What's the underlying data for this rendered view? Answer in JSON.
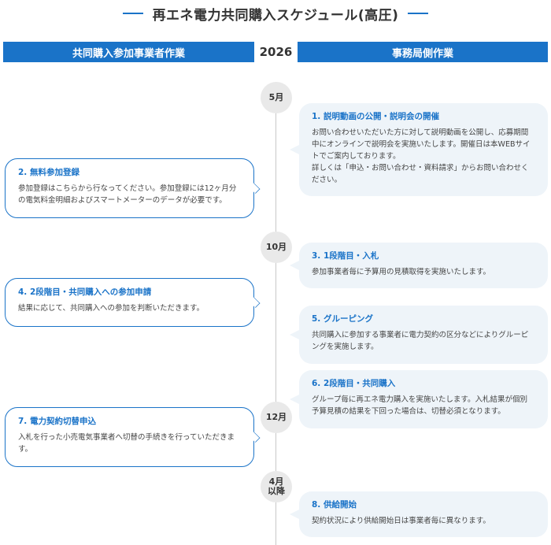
{
  "title": "再エネ電力共同購入スケジュール(高圧)",
  "header": {
    "left": "共同購入参加事業者作業",
    "year": "2026",
    "right": "事務局側作業"
  },
  "months": [
    "5月",
    "10月",
    "12月",
    "4月",
    "以降"
  ],
  "right_cards": [
    {
      "title": "1. 説明動画の公開・説明会の開催",
      "lines": [
        "お問い合わせいただいた方に対して説明動画を公開し、応募期間",
        "中にオンラインで説明会を実施いたします。開催日は本WEBサイ",
        "トでご案内しております。",
        "詳しくは「申込・お問い合わせ・資料請求」からお問い合わせく",
        "ださい。"
      ]
    },
    {
      "title": "3. 1段階目・入札",
      "lines": [
        "参加事業者毎に予算用の見積取得を実施いたします。"
      ]
    },
    {
      "title": "5. グルーピング",
      "lines": [
        "共同購入に参加する事業者に電力契約の区分などによりグルーピ",
        "ングを実施します。"
      ]
    },
    {
      "title": "6. 2段階目・共同購入",
      "lines": [
        "グループ毎に再エネ電力購入を実施いたします。入札結果が個別",
        "予算見積の結果を下回った場合は、切替必須となります。"
      ]
    },
    {
      "title": "8. 供給開始",
      "lines": [
        "契約状況により供給開始日は事業者毎に異なります。"
      ]
    }
  ],
  "left_cards": [
    {
      "title": "2. 無料参加登録",
      "lines": [
        "参加登録はこちらから行なってください。参加登録には12ヶ月分",
        "の電気料金明細およびスマートメーターのデータが必要です。"
      ]
    },
    {
      "title": "4. 2段階目・共同購入への参加申請",
      "lines": [
        "結果に応じて、共同購入への参加を判断いただきます。"
      ]
    },
    {
      "title": "7. 電力契約切替申込",
      "lines": [
        "入札を行った小売電気事業者へ切替の手続きを行っていただきま",
        "す。"
      ]
    }
  ]
}
